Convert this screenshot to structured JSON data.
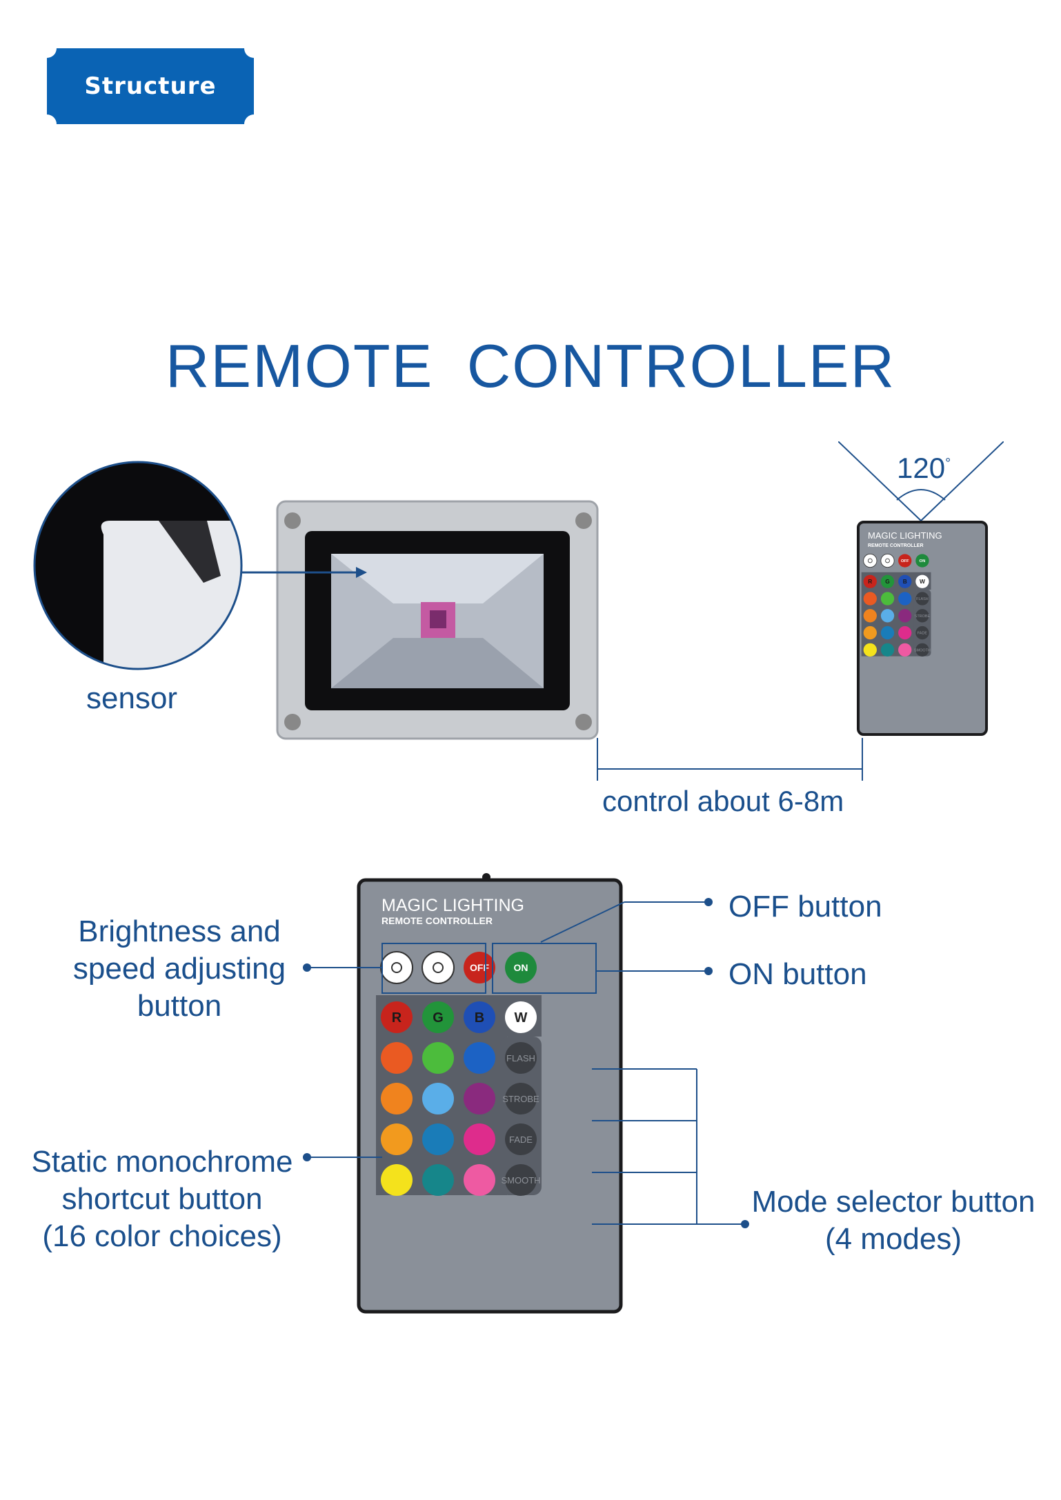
{
  "badge": {
    "label": "Structure"
  },
  "title": "REMOTE  CONTROLLER",
  "labels": {
    "sensor": "sensor",
    "angle": "120",
    "angle_unit": "°",
    "distance": "control about 6-8m",
    "off_button": "OFF button",
    "on_button": "ON button",
    "brightness": [
      "Brightness and",
      "speed adjusting",
      "button"
    ],
    "static": [
      "Static monochrome",
      "shortcut button",
      "(16 color choices)"
    ],
    "mode": [
      "Mode selector button",
      "(4 modes)"
    ]
  },
  "remote": {
    "brand": "MAGIC LIGHTING",
    "subtitle": "REMOTE CONTROLLER",
    "off_label": "OFF",
    "on_label": "ON",
    "rgbw_labels": [
      "R",
      "G",
      "B",
      "W"
    ],
    "modes": [
      "FLASH",
      "STROBE",
      "FADE",
      "SMOOTH"
    ]
  },
  "colors": {
    "brand_blue": "#0a63b4",
    "text_blue": "#1a4f8c",
    "remote_body": "#8a9099",
    "rgbw": [
      "#c8241c",
      "#22943a",
      "#1f4fb5",
      "#ffffff"
    ],
    "grid": [
      "#ea5a22",
      "#4cbc3c",
      "#1c62c4",
      "#f0831e",
      "#5aaee8",
      "#8a2a7e",
      "#f29a1e",
      "#1a7cb8",
      "#de2c8c",
      "#f4e21c",
      "#16868a",
      "#ee5aa2"
    ]
  }
}
